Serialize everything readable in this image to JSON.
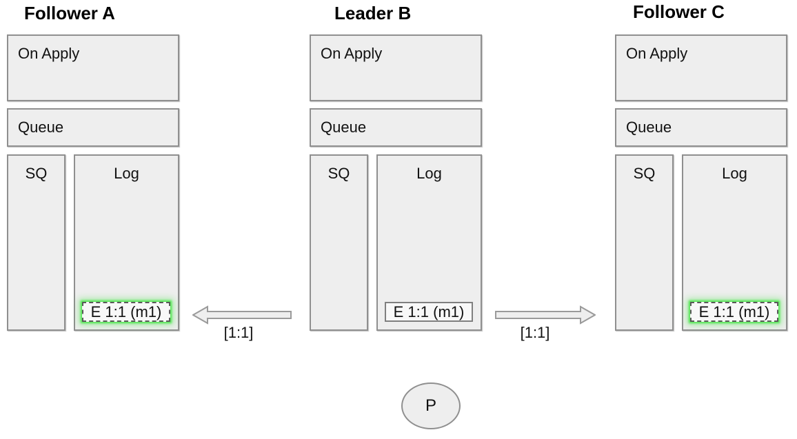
{
  "nodes": [
    {
      "title": "Follower A",
      "boxes": {
        "on_apply": "On Apply",
        "queue": "Queue",
        "sq": "SQ",
        "log": "Log"
      },
      "log_entry": {
        "text": "E 1:1 (m1)",
        "highlighted": true
      }
    },
    {
      "title": "Leader B",
      "boxes": {
        "on_apply": "On Apply",
        "queue": "Queue",
        "sq": "SQ",
        "log": "Log"
      },
      "log_entry": {
        "text": "E 1:1 (m1)",
        "highlighted": false
      }
    },
    {
      "title": "Follower C",
      "boxes": {
        "on_apply": "On Apply",
        "queue": "Queue",
        "sq": "SQ",
        "log": "Log"
      },
      "log_entry": {
        "text": "E 1:1 (m1)",
        "highlighted": true
      }
    }
  ],
  "arrows": [
    {
      "direction": "left",
      "label": "[1:1]"
    },
    {
      "direction": "right",
      "label": "[1:1]"
    }
  ],
  "proposer": {
    "label": "P"
  },
  "colors": {
    "box_fill": "#eeeeee",
    "box_border": "#8f8f8f",
    "entry_fill": "#f8f8f8",
    "entry_border": "#5a5a5a",
    "leader_entry_border": "#7f7f7f",
    "highlight_glow": "#4de64d",
    "arrow_fill": "#eeeeee",
    "arrow_border": "#9a9a9a",
    "text": "#111111"
  }
}
